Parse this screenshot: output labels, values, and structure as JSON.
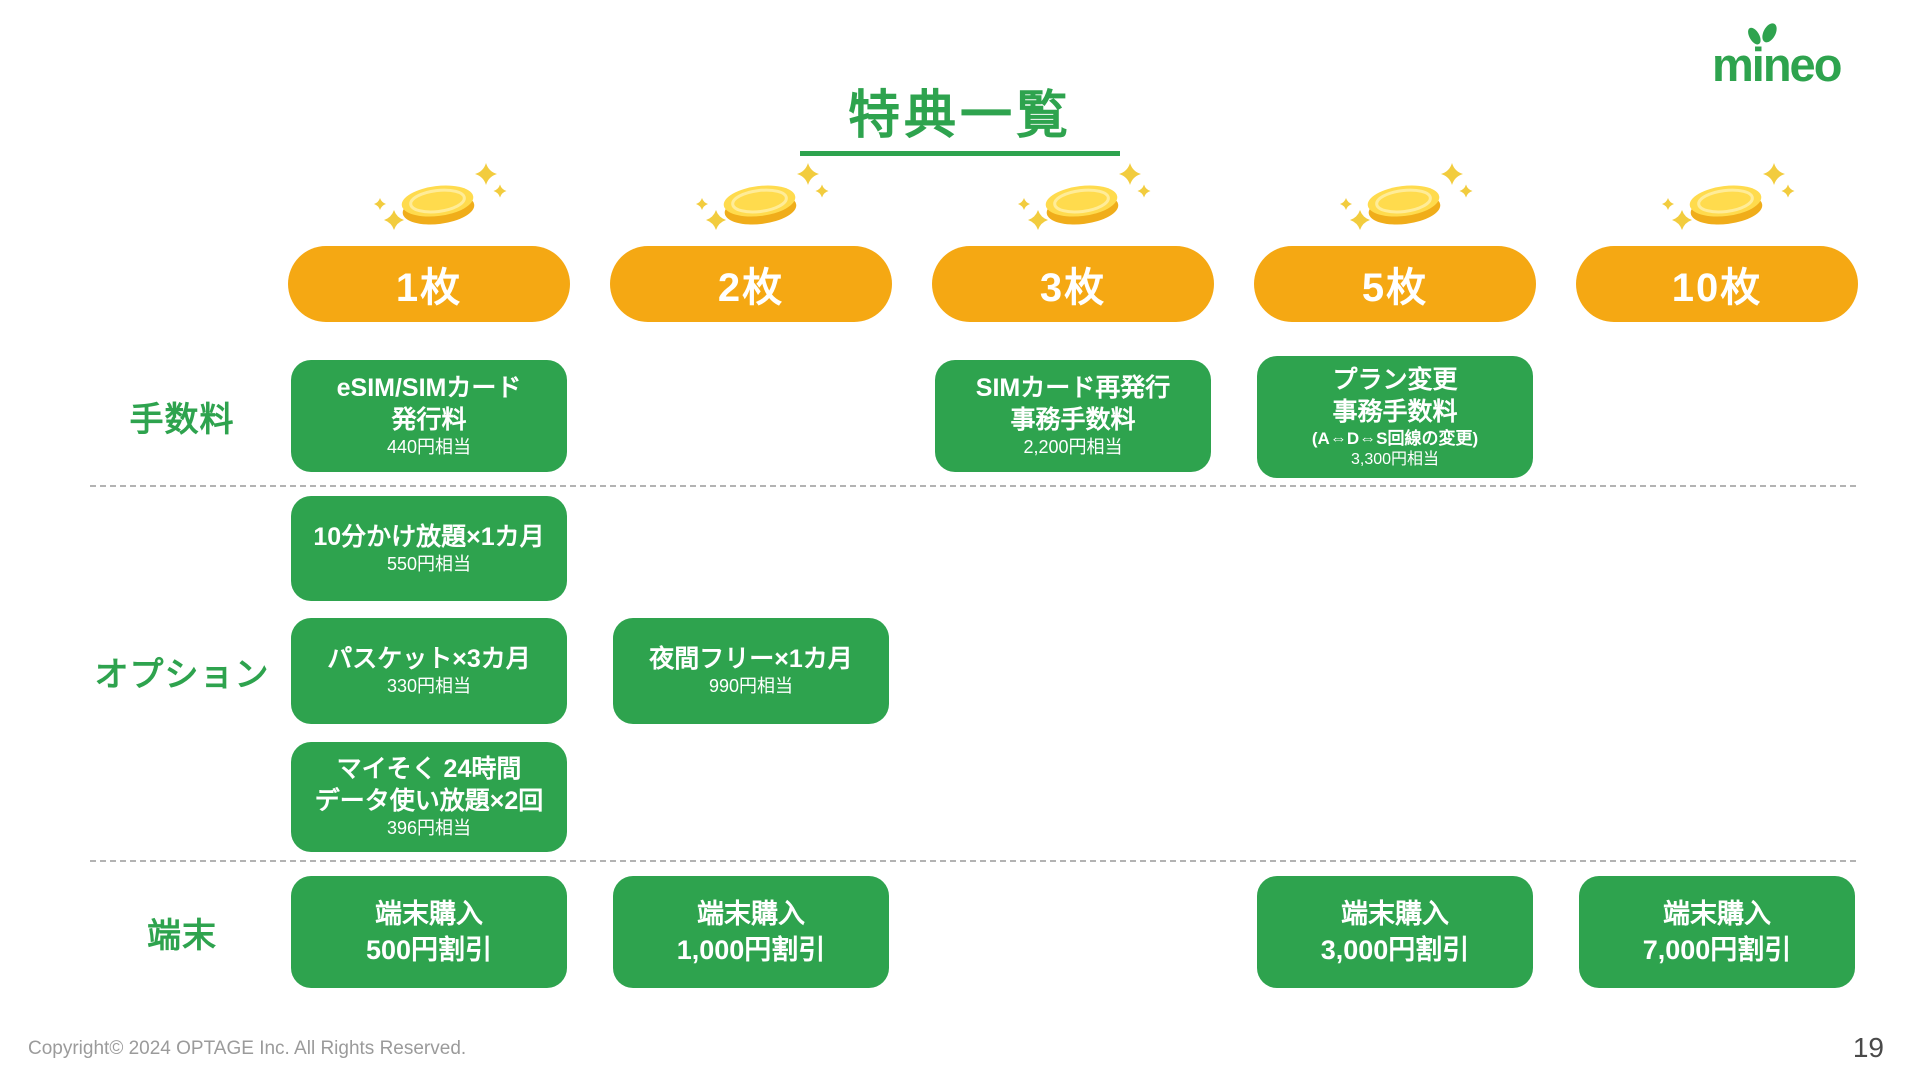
{
  "logo": {
    "text": "mineo"
  },
  "title": {
    "text": "特典一覧"
  },
  "columns": [
    {
      "label": "1枚"
    },
    {
      "label": "2枚"
    },
    {
      "label": "3枚"
    },
    {
      "label": "5枚"
    },
    {
      "label": "10枚"
    }
  ],
  "row_labels": {
    "fees": "手数料",
    "options": "オプション",
    "devices": "端末"
  },
  "benefits": {
    "fee_1": {
      "line1": "eSIM/SIMカード",
      "line2": "発行料",
      "note": "440円相当"
    },
    "fee_3": {
      "line1": "SIMカード再発行",
      "line2": "事務手数料",
      "note": "2,200円相当"
    },
    "fee_5": {
      "line1": "プラン変更",
      "line2": "事務手数料",
      "sub": "(A⇔D⇔S回線の変更)",
      "note": "3,300円相当"
    },
    "opt_1a": {
      "line1": "10分かけ放題×1カ月",
      "note": "550円相当"
    },
    "opt_1b": {
      "line1": "パスケット×3カ月",
      "note": "330円相当"
    },
    "opt_1c": {
      "line1": "マイそく 24時間",
      "line2": "データ使い放題×2回",
      "note": "396円相当"
    },
    "opt_2": {
      "line1": "夜間フリー×1カ月",
      "note": "990円相当"
    },
    "dev_1": {
      "line1": "端末購入",
      "line2": "500円割引"
    },
    "dev_2": {
      "line1": "端末購入",
      "line2": "1,000円割引"
    },
    "dev_5": {
      "line1": "端末購入",
      "line2": "3,000円割引"
    },
    "dev_10": {
      "line1": "端末購入",
      "line2": "7,000円割引"
    }
  },
  "footer": {
    "copyright": "Copyright© 2024 OPTAGE Inc. All Rights Reserved.",
    "page_number": "19"
  },
  "colors": {
    "green": "#2EA34E",
    "amber": "#F5A813",
    "coin_gold": "#FFDB4D"
  }
}
